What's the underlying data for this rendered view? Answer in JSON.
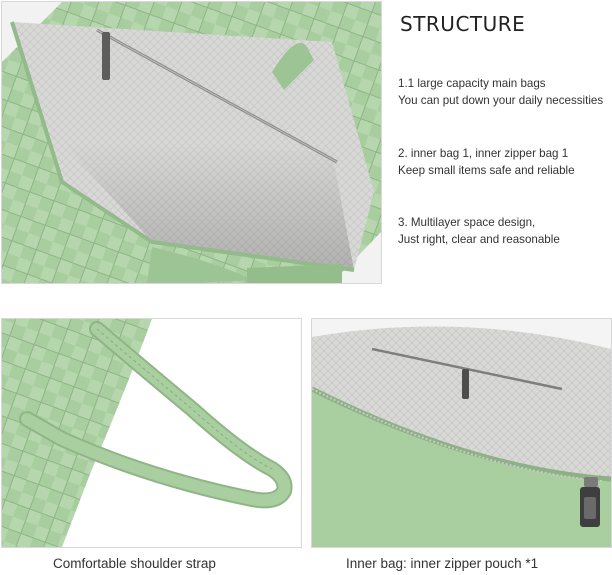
{
  "header": {
    "title": "STRUCTURE"
  },
  "features": [
    {
      "heading": "1.1 large capacity main bags",
      "detail": "You can put down your daily necessities"
    },
    {
      "heading": "2. inner bag 1, inner zipper bag 1",
      "detail": "Keep small items safe and reliable"
    },
    {
      "heading": "3. Multilayer space design,",
      "detail": "Just right, clear and reasonable"
    }
  ],
  "captions": {
    "strap": "Comfortable shoulder strap",
    "pouch": "Inner bag: inner zipper pouch *1"
  },
  "colors": {
    "leather_green": "#a9cfa1",
    "lining_gray": "#d6d6d4",
    "text": "#333333"
  }
}
